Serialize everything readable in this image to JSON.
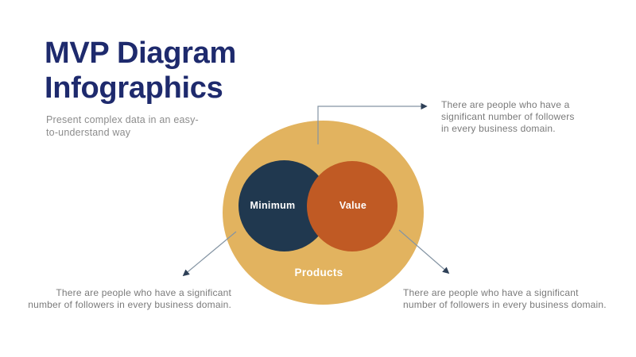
{
  "header": {
    "title": "MVP Diagram\nInfographics",
    "subtitle": "Present complex data in an easy-\nto-understand way"
  },
  "venn": {
    "outer_label": "Products",
    "left_label": "Minimum",
    "right_label": "Value"
  },
  "callouts": {
    "top_right": "There are people who have a\nsignificant number of followers\nin every business domain.",
    "bottom_left": "There are people who have a significant\nnumber of followers in every business domain.",
    "bottom_right": "There are people who have a significant\nnumber of followers in every business domain."
  },
  "colors": {
    "title": "#1e2a6d",
    "subtitle-gray": "#8c8c8c",
    "note-gray": "#7a7a7a",
    "outer-circle": "#e2b35f",
    "left-circle": "#20384f",
    "right-circle": "#c05a24",
    "arrow-line": "#8494a3",
    "arrow-head": "#2e4057"
  }
}
